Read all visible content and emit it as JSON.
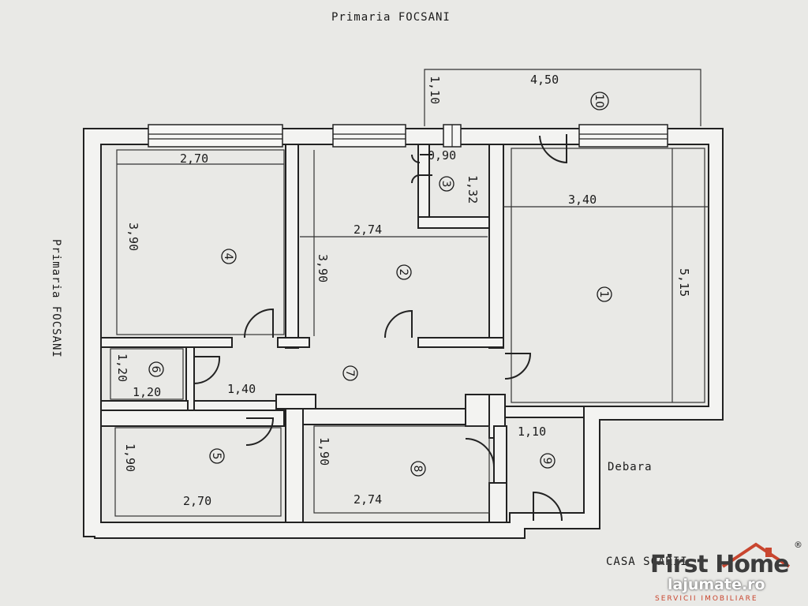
{
  "labels": {
    "top_neighbor": "Primaria FOCSANI",
    "left_neighbor": "Primaria FOCSANI",
    "debara": "Debara",
    "casa_scarii": "CASA SCARII"
  },
  "dimensions": {
    "balcony_depth": "1,10",
    "balcony_length": "4,50",
    "room4_width": "2,70",
    "room4_depth": "3,90",
    "room3_width": "0,90",
    "room3_depth": "1,32",
    "room2_width": "2,74",
    "room2_depth": "3,90",
    "room1_width": "3,40",
    "room1_depth": "5,15",
    "room6_depth": "1,20",
    "room6_width": "1,20",
    "hall_width": "1,40",
    "room5_depth": "1,90",
    "room5_width": "2,70",
    "room8_depth": "1,90",
    "room8_width": "2,74",
    "room9_width": "1,10"
  },
  "rooms": [
    "1",
    "2",
    "3",
    "4",
    "5",
    "6",
    "7",
    "8",
    "9",
    "10"
  ],
  "brand": {
    "name": "First Home",
    "tagline": "SERVICII IMOBILIARE",
    "watermark": "lajumate.ro",
    "registered": "®"
  }
}
